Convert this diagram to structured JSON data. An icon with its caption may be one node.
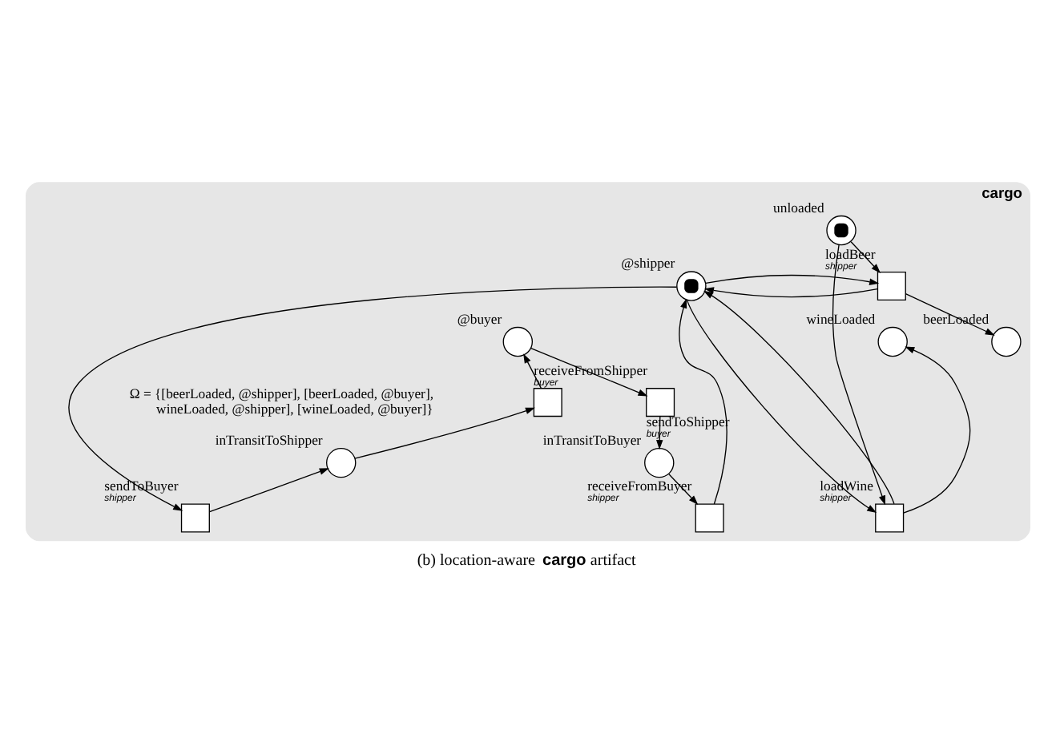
{
  "diagram": {
    "caption": "(b) location-aware **cargo** artifact",
    "nodes": [
      {
        "text": [
          "cargo"
        ]
      },
      {
        "text": [
          "unloaded"
        ],
        "in": 0
      },
      {
        "text": [
          "loadBeer",
          "shipper"
        ],
        "in": 0
      },
      {
        "text": [
          "loadWine",
          "shipper"
        ],
        "in": 0
      },
      {
        "text": [
          "@shipper"
        ],
        "in": 0
      },
      {
        "text": [
          "sendToBuyer",
          "shipper"
        ],
        "in": 0
      },
      {
        "text": [
          "receiveFromBuyer",
          "shipper"
        ],
        "in": 0
      },
      {
        "text": [
          "inTransitToShipper"
        ],
        "in": 0
      },
      {
        "text": [
          "inTransitToBuyer"
        ],
        "in": 0
      },
      {
        "text": [
          "receiveFromShipper",
          "buyer"
        ],
        "in": 0
      },
      {
        "text": [
          "sendToShipper",
          "buyer"
        ],
        "in": 0
      },
      {
        "text": [
          "beerLoaded"
        ],
        "in": 0
      },
      {
        "text": [
          "wineLoaded"
        ],
        "in": 0
      },
      {
        "text": [
          "@buyer"
        ],
        "in": 0
      }
    ],
    "edges": [
      {
        "from": 1,
        "to": 2,
        "arrow": "to"
      },
      {
        "from": 1,
        "to": 3,
        "arrow": "to"
      },
      {
        "from": 2,
        "to": 4,
        "arrow": "to"
      },
      {
        "from": 4,
        "to": 2,
        "arrow": "to"
      },
      {
        "from": 3,
        "to": 4,
        "arrow": "to"
      },
      {
        "from": 4,
        "to": 3,
        "arrow": "to"
      },
      {
        "from": 4,
        "to": 5,
        "arrow": "to"
      },
      {
        "from": 6,
        "to": 4,
        "arrow": "to"
      },
      {
        "from": 5,
        "to": 7,
        "arrow": "to"
      },
      {
        "from": 8,
        "to": 6,
        "arrow": "to"
      },
      {
        "from": 7,
        "to": 9,
        "arrow": "to"
      },
      {
        "from": 10,
        "to": 8,
        "arrow": "to"
      },
      {
        "from": 9,
        "to": 13,
        "arrow": "to"
      },
      {
        "from": 13,
        "to": 10,
        "arrow": "to"
      },
      {
        "from": 2,
        "to": 11,
        "arrow": "to"
      },
      {
        "from": 3,
        "to": 12,
        "arrow": "to"
      }
    ],
    "labels": [
      "Ω = {[beerLoaded, @shipper], [beerLoaded, @buyer], wineLoaded, @shipper], [wineLoaded, @buyer]}"
    ]
  }
}
